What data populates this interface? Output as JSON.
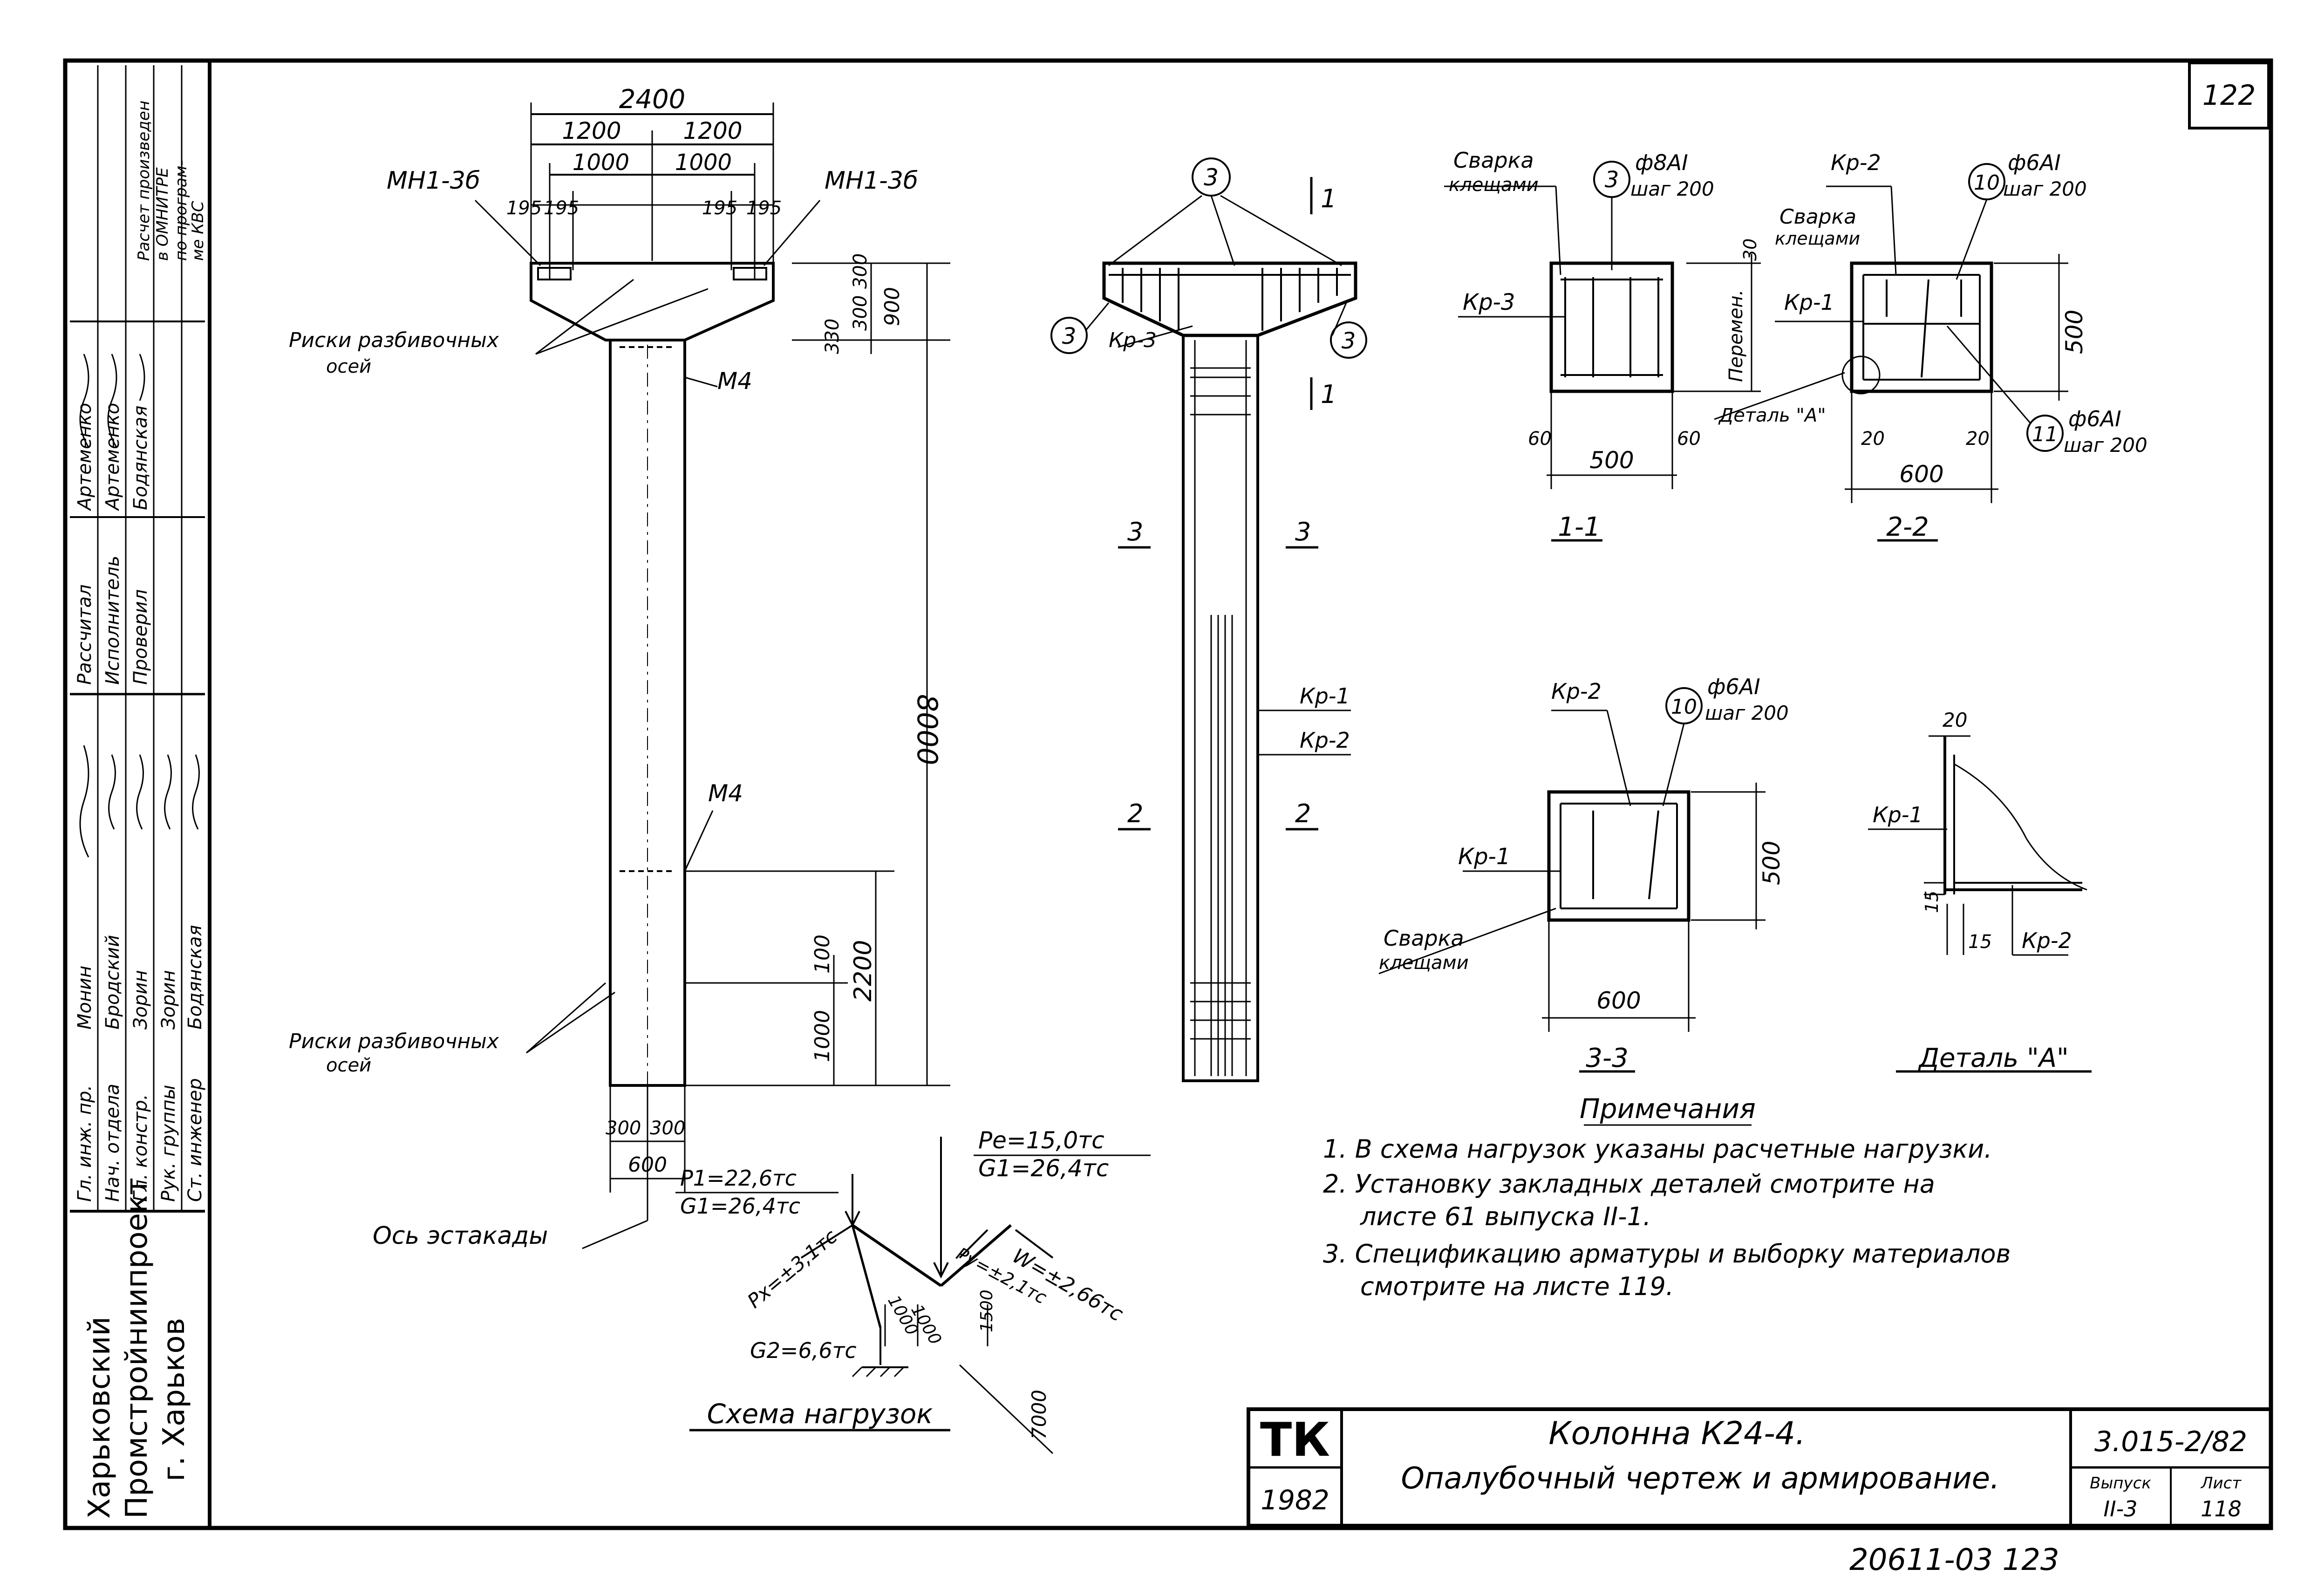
{
  "sheet_corner_number": "122",
  "archive_number": "20611-03  123",
  "notes": {
    "title": "Примечания",
    "items": [
      "1. В схема нагрузок указаны расчетные нагрузки.",
      "2. Установку закладных деталей смотрите на",
      "листе 61 выпуска II-1.",
      "3. Спецификацию арматуры и выборку материалов",
      "смотрите на листе 119."
    ]
  },
  "title_block": {
    "stamp": "ТК",
    "year": "1982",
    "title_line1": "Колонна К24-4.",
    "title_line2": "Опалубочный чертеж и армирование.",
    "code": "3.015-2/82",
    "issue_label": "Выпуск",
    "issue": "II-3",
    "sheet_label": "Лист",
    "sheet": "118"
  },
  "organization": {
    "line1": "Харьковский",
    "line2": "Промстройниипроект",
    "line3": "г. Харьков"
  },
  "stamp_columns": [
    [
      "Гл. инж. пр.",
      "Нач. отдела",
      "Гл. констр.",
      "Рук. группы",
      "Ст. инженер"
    ],
    [
      "Монин",
      "Бродский",
      "Зорин",
      "Зорин",
      "Бодянская"
    ],
    [
      "Рассчитал",
      "Исполнитель",
      "Проверил"
    ],
    [
      "Артеменко",
      "Артеменко",
      "Бодянская"
    ],
    [
      "Расчет произведен",
      "в ОМНИТРЕ",
      "по програм-",
      "ме КВС"
    ]
  ],
  "front_view": {
    "dim_total": "2400",
    "dim_half_left": "1200",
    "dim_half_right": "1200",
    "dim_inner_left": "1000",
    "dim_inner_right": "1000",
    "dim_195_a": "195",
    "dim_195_b": "195",
    "dim_195_c": "195",
    "dim_195_d": "195",
    "label_mn_left": "МН1-3б",
    "label_mn_right": "МН1-3б",
    "label_m4_top": "М4",
    "label_m4_mid": "М4",
    "label_marks_top": "Риски разбивочных",
    "label_marks_top_2": "осей",
    "label_marks_bottom": "Риски разбивочных",
    "label_marks_bottom_2": "осей",
    "dim_300": "300",
    "dim_300b": "300",
    "dim_900": "900",
    "dim_330": "330",
    "dim_8000": "8000",
    "dim_2200": "2200",
    "dim_100": "100",
    "dim_1000": "1000",
    "dim_col_300_l": "300",
    "dim_col_300_r": "300",
    "dim_col_600": "600",
    "axis_label": "Ось эстакады"
  },
  "reinf_view": {
    "callout_3_top": "3",
    "callout_3_left": "3",
    "callout_3_right": "3",
    "kp3": "Кр-3",
    "cut_1a": "1",
    "cut_1b": "1",
    "cut_3a": "3",
    "cut_3b": "3",
    "cut_2a": "2",
    "cut_2b": "2",
    "kp1": "Кр-1",
    "kp2": "Кр-2"
  },
  "section_11": {
    "weld_label": "Сварка",
    "weld_label_2": "клещами",
    "callout": "3",
    "bar": "ф8АI",
    "step": "шаг 200",
    "dim_30": "30",
    "variable": "Перемен.",
    "kp3": "Кр-3",
    "dim_60a": "60",
    "dim_60b": "60",
    "dim_500": "500",
    "title": "1-1"
  },
  "section_22": {
    "kp2": "Кр-2",
    "callout_10": "10",
    "bar_10": "ф6АI",
    "step_10": "шаг 200",
    "weld_label": "Сварка",
    "weld_label_2": "клещами",
    "kp1": "Кр-1",
    "detail": "Деталь \"А\"",
    "dim_20a": "20",
    "dim_20b": "20",
    "callout_11": "11",
    "bar_11": "ф6АI",
    "step_11": "шаг 200",
    "dim_500": "500",
    "dim_600": "600",
    "title": "2-2"
  },
  "section_33": {
    "kp2": "Кр-2",
    "callout_10": "10",
    "bar_10": "ф6АI",
    "step_10": "шаг 200",
    "kp1": "Кр-1",
    "weld_label": "Сварка",
    "weld_label_2": "клещами",
    "dim_500": "500",
    "dim_600": "600",
    "title": "3-3"
  },
  "detail_a": {
    "dim_20": "20",
    "kp1": "Кр-1",
    "dim_15a": "15",
    "dim_15b": "15",
    "kp2": "Кр-2",
    "title": "Деталь \"А\""
  },
  "load_scheme": {
    "p1": "P1=22,6тс",
    "g1_left": "G1=26,4тс",
    "pe": "Pe=15,0тс",
    "g1_right": "G1=26,4тс",
    "px": "Px=±3,1тс",
    "py": "Py=±2,1тс",
    "w": "W=±2,66тс",
    "dim_1000a": "1000",
    "dim_1000b": "1000",
    "dim_1500": "1500",
    "g2": "G2=6,6тс",
    "dim_7000": "7000",
    "title": "Схема нагрузок"
  }
}
